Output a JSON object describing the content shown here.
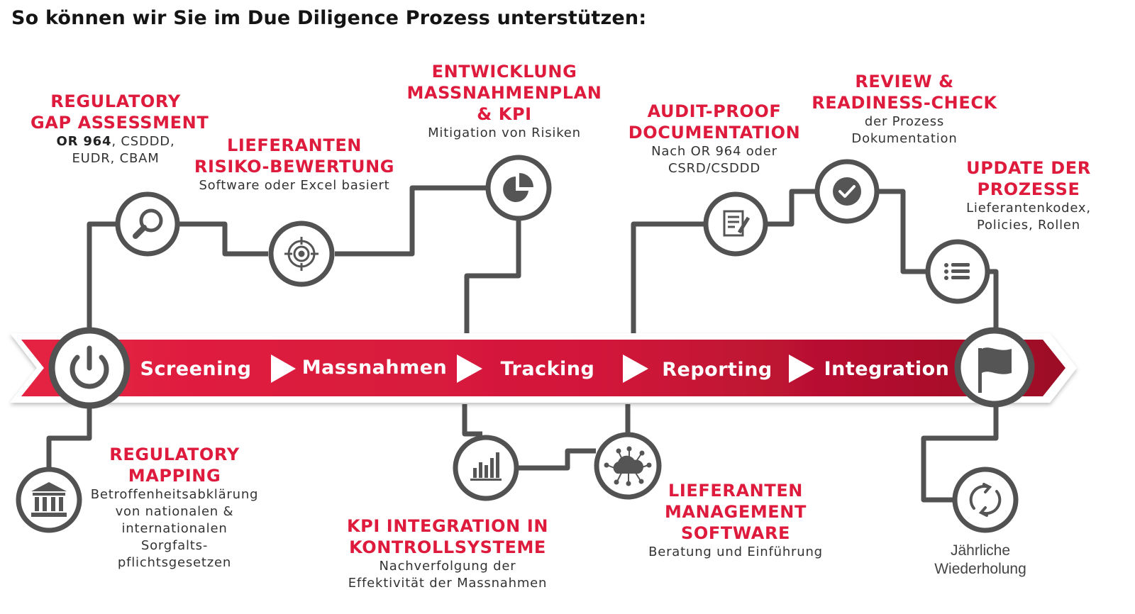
{
  "title": "So können wir Sie im Due Diligence Prozess unterstützen:",
  "stages": [
    "Screening",
    "Massnahmen",
    "Tracking",
    "Reporting",
    "Integration"
  ],
  "steps": [
    {
      "key": "gap",
      "title_lines": [
        "REGULATORY",
        "GAP ASSESSMENT"
      ],
      "sub_bold": "OR 964",
      "sub_rest": ", CSDDD,",
      "sub_lines": [
        "EUDR, CBAM"
      ],
      "icon": "magnifier-icon"
    },
    {
      "key": "risk",
      "title_lines": [
        "LIEFERANTEN",
        "RISIKO-BEWERTUNG"
      ],
      "sub_lines": [
        "Software oder Excel basiert"
      ],
      "icon": "target-icon"
    },
    {
      "key": "plan",
      "title_lines": [
        "ENTWICKLUNG",
        "MASSNAHMENPLAN",
        "& KPI"
      ],
      "sub_lines": [
        "Mitigation von Risiken"
      ],
      "icon": "pie-chart-icon"
    },
    {
      "key": "audit",
      "title_lines": [
        "AUDIT-PROOF",
        "DOCUMENTATION"
      ],
      "sub_lines": [
        "Nach OR 964 oder",
        "CSRD/CSDDD"
      ],
      "icon": "document-icon"
    },
    {
      "key": "review",
      "title_lines": [
        "REVIEW &",
        "READINESS-CHECK"
      ],
      "sub_lines": [
        "der Prozess",
        "Dokumentation"
      ],
      "icon": "checkmark-icon"
    },
    {
      "key": "update",
      "title_lines": [
        "UPDATE DER",
        "PROZESSE"
      ],
      "sub_lines": [
        "Lieferantenkodex,",
        "Policies, Rollen"
      ],
      "icon": "list-icon"
    },
    {
      "key": "mapping",
      "title_lines": [
        "REGULATORY",
        "MAPPING"
      ],
      "sub_lines": [
        "Betroffenheitsabklärung",
        "von nationalen &",
        "internationalen",
        "Sorgfalts-",
        "pflichtsgesetzen"
      ],
      "icon": "bank-icon"
    },
    {
      "key": "kpi",
      "title_lines": [
        "KPI INTEGRATION IN",
        "KONTROLLSYSTEME"
      ],
      "sub_lines": [
        "Nachverfolgung der",
        "Effektivität der Massnahmen"
      ],
      "icon": "bar-chart-icon"
    },
    {
      "key": "software",
      "title_lines": [
        "LIEFERANTEN",
        "MANAGEMENT",
        "SOFTWARE"
      ],
      "sub_lines": [
        "Beratung und Einführung"
      ],
      "icon": "cloud-network-icon"
    },
    {
      "key": "repeat",
      "title_lines": [],
      "sub_lines": [
        "Jährliche",
        "Wiederholung"
      ],
      "icon": "refresh-icon"
    }
  ],
  "start_icon": "power-icon",
  "end_icon": "flag-icon",
  "colors": {
    "accent": "#de1b3c",
    "banner_dark": "#9c0a26",
    "line": "#525252",
    "text": "#333333"
  }
}
